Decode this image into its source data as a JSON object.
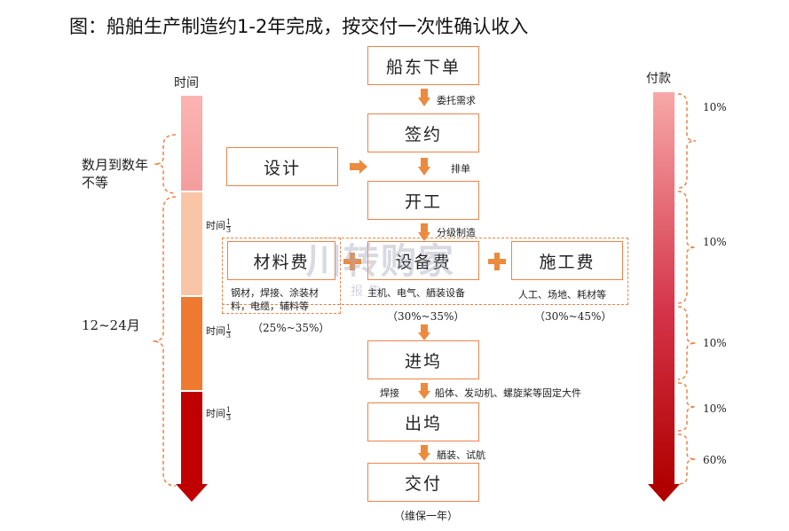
{
  "title": "图：船舶生产制造约1-2年完成，按交付一次性确认收入",
  "left_axis": {
    "label": "时间",
    "brace_labels": [
      "数月到数年不等",
      "12~24月"
    ],
    "segment_prefix": "时间",
    "segment_fraction": {
      "num": "1",
      "den": "3"
    },
    "segments": [
      {
        "color": "#f7aaa9"
      },
      {
        "color": "#f8c7a8"
      },
      {
        "color": "#ee7a2f"
      },
      {
        "color": "#c00000"
      }
    ]
  },
  "right_axis": {
    "label": "付款",
    "percentages": [
      "10%",
      "10%",
      "10%",
      "10%",
      "60%"
    ]
  },
  "flow": {
    "steps": [
      "船东下单",
      "签约",
      "开工",
      "进坞",
      "出坞",
      "交付"
    ],
    "step_notes": [
      "委托需求",
      "排单",
      "分级制造",
      "船体、发动机、螺旋桨等固定大件",
      "舾装、试航"
    ],
    "weld_label": "焊接",
    "design": "设计",
    "delivery_note": "（维保一年）"
  },
  "costs": [
    {
      "name": "材料费",
      "desc_line1": "钢材，焊接、涂装材",
      "desc_line2": "料，电缆，辅料等",
      "share": "（25%~35%）"
    },
    {
      "name": "设备费",
      "desc_line1": "主机、电气、舾装设备",
      "desc_line2": "",
      "share": "（30%~35%）"
    },
    {
      "name": "施工费",
      "desc_line1": "人工、场地、耗材等",
      "desc_line2": "",
      "share": "（30%~45%）"
    }
  ],
  "watermark": {
    "main": "川转购家",
    "sub": "报告"
  },
  "colors": {
    "accent": "#e8844a",
    "arrow": "#ec8a3e",
    "dark_red": "#c00000"
  }
}
